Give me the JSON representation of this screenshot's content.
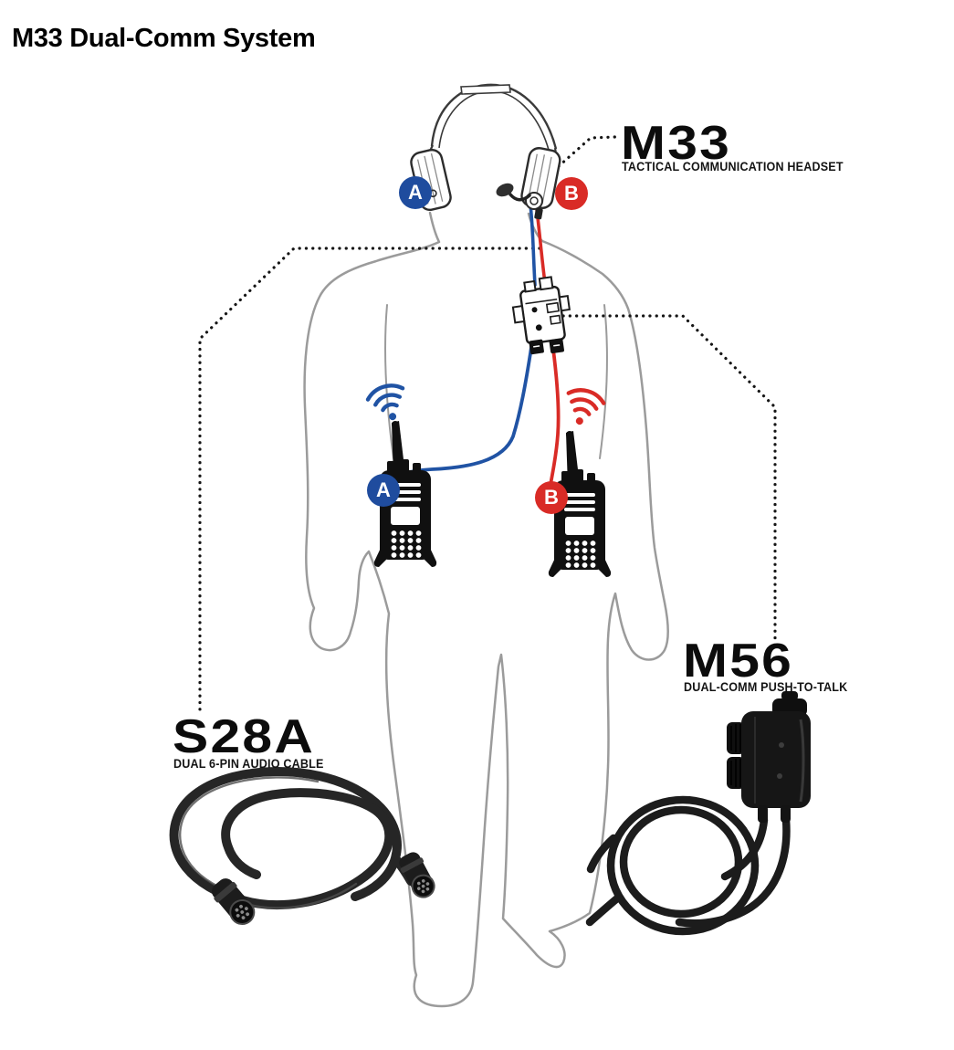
{
  "header": {
    "title": "M33 Dual-Comm System"
  },
  "products": {
    "m33": {
      "name": "M33",
      "subtitle": "TACTICAL COMMUNICATION HEADSET"
    },
    "m56": {
      "name": "M56",
      "subtitle": "DUAL-COMM PUSH-TO-TALK"
    },
    "s28a": {
      "name": "S28A",
      "subtitle": "DUAL 6-PIN AUDIO CABLE"
    }
  },
  "badges": {
    "headset_a": "A",
    "headset_b": "B",
    "radio_a": "A",
    "radio_b": "B"
  },
  "icons": {
    "wireless_a": "wifi-signal-icon",
    "wireless_b": "wifi-signal-icon"
  },
  "colors": {
    "channel_a_blue": "#1f4c9e",
    "channel_b_red": "#d92b26",
    "cable_blue": "#2053a4",
    "cable_red": "#d92b26",
    "leader_dots": "#151515",
    "silhouette_gray": "#9b9b9b",
    "device_black": "#141414",
    "background": "#ffffff"
  }
}
